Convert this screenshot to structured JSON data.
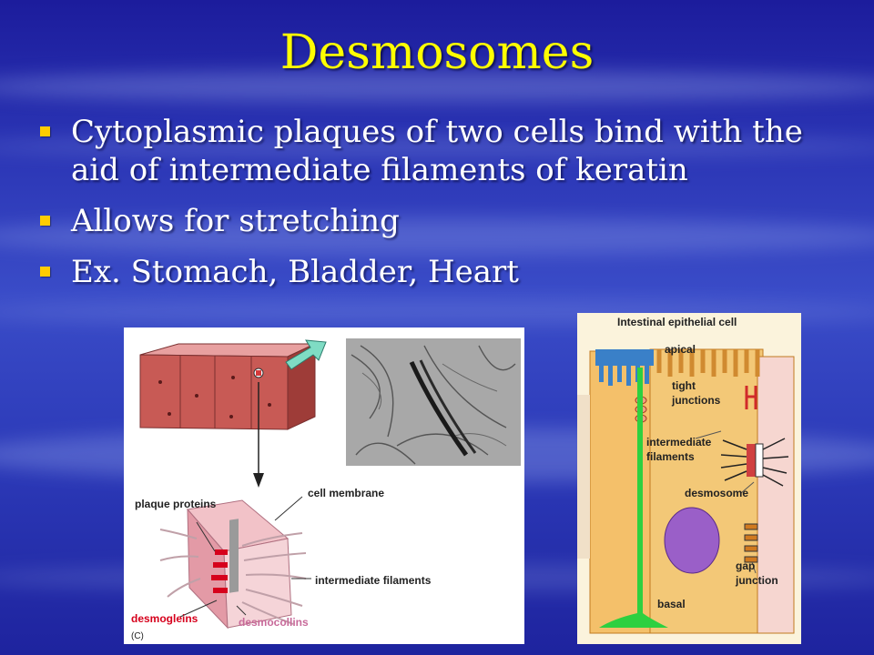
{
  "slide": {
    "title": "Desmosomes",
    "bullets": [
      {
        "text": "Cytoplasmic plaques of two cells bind with the aid of intermediate filaments of keratin"
      },
      {
        "text": "Allows for stretching"
      },
      {
        "text": "Ex. Stomach, Bladder, Heart"
      }
    ]
  },
  "figure_left": {
    "labels": {
      "plaque_proteins": "plaque proteins",
      "cell_membrane": "cell membrane",
      "intermediate_filaments": "intermediate filaments",
      "desmogleins": "desmogleins",
      "desmocollins": "desmocollins",
      "panel_letter": "(C)"
    }
  },
  "figure_right": {
    "labels": {
      "title": "Intestinal epithelial cell",
      "apical": "apical",
      "tight_junctions": "tight junctions",
      "intermediate_filaments": "intermediate filaments",
      "desmosome": "desmosome",
      "gap_junction": "gap junction",
      "basal": "basal"
    }
  },
  "colors": {
    "title": "#ffff00",
    "bullet_text": "#ffffff",
    "bullet_marker": "#ffcc00",
    "background": "#2a34b4"
  }
}
